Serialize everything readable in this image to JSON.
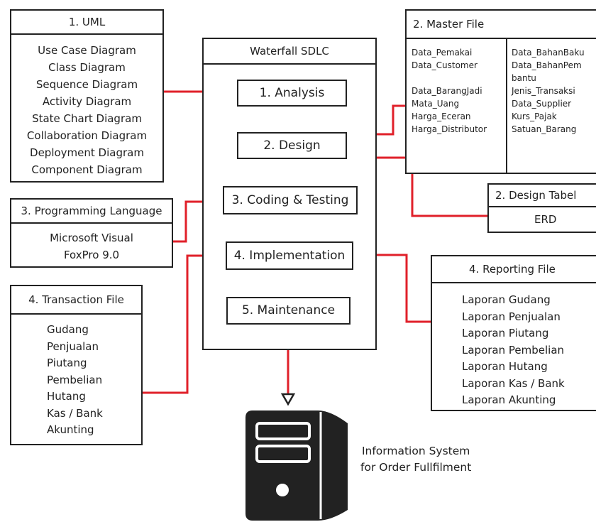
{
  "uml": {
    "title": "1. UML",
    "items": [
      "Use Case Diagram",
      "Class Diagram",
      "Sequence Diagram",
      "Activity Diagram",
      "State Chart Diagram",
      "Collaboration Diagram",
      "Deployment Diagram",
      "Component Diagram"
    ]
  },
  "programming": {
    "title": "3. Programming Language",
    "items": [
      "Microsoft Visual",
      "FoxPro 9.0"
    ]
  },
  "transaction": {
    "title": "4. Transaction File",
    "items": [
      "Gudang",
      "Penjualan",
      "Piutang",
      "Pembelian",
      "Hutang",
      "Kas / Bank",
      "Akunting"
    ]
  },
  "sdlc": {
    "title": "Waterfall SDLC",
    "steps": [
      "1. Analysis",
      "2. Design",
      "3. Coding & Testing",
      "4. Implementation",
      "5. Maintenance"
    ]
  },
  "master": {
    "title": "2. Master File",
    "col1": [
      "Data_Pemakai",
      "Data_Customer",
      "",
      "Data_BarangJadi",
      "Mata_Uang",
      "Harga_Eceran",
      "Harga_Distributor"
    ],
    "col2": [
      "Data_BahanBaku",
      "Data_BahanPem",
      "bantu",
      "Jenis_Transaksi",
      "Data_Supplier",
      "Kurs_Pajak",
      "Satuan_Barang"
    ]
  },
  "design_table": {
    "title": "2. Design Tabel",
    "item": "ERD"
  },
  "reporting": {
    "title": "4. Reporting File",
    "items": [
      "Laporan Gudang",
      "Laporan Penjualan",
      "Laporan Piutang",
      "Laporan Pembelian",
      "Laporan Hutang",
      "Laporan Kas / Bank",
      "Laporan Akunting"
    ]
  },
  "system": {
    "line1": "Information System",
    "line2": "for Order Fullfilment"
  },
  "colors": {
    "connector": "#e0202a",
    "border": "#222222",
    "server": "#222222"
  }
}
